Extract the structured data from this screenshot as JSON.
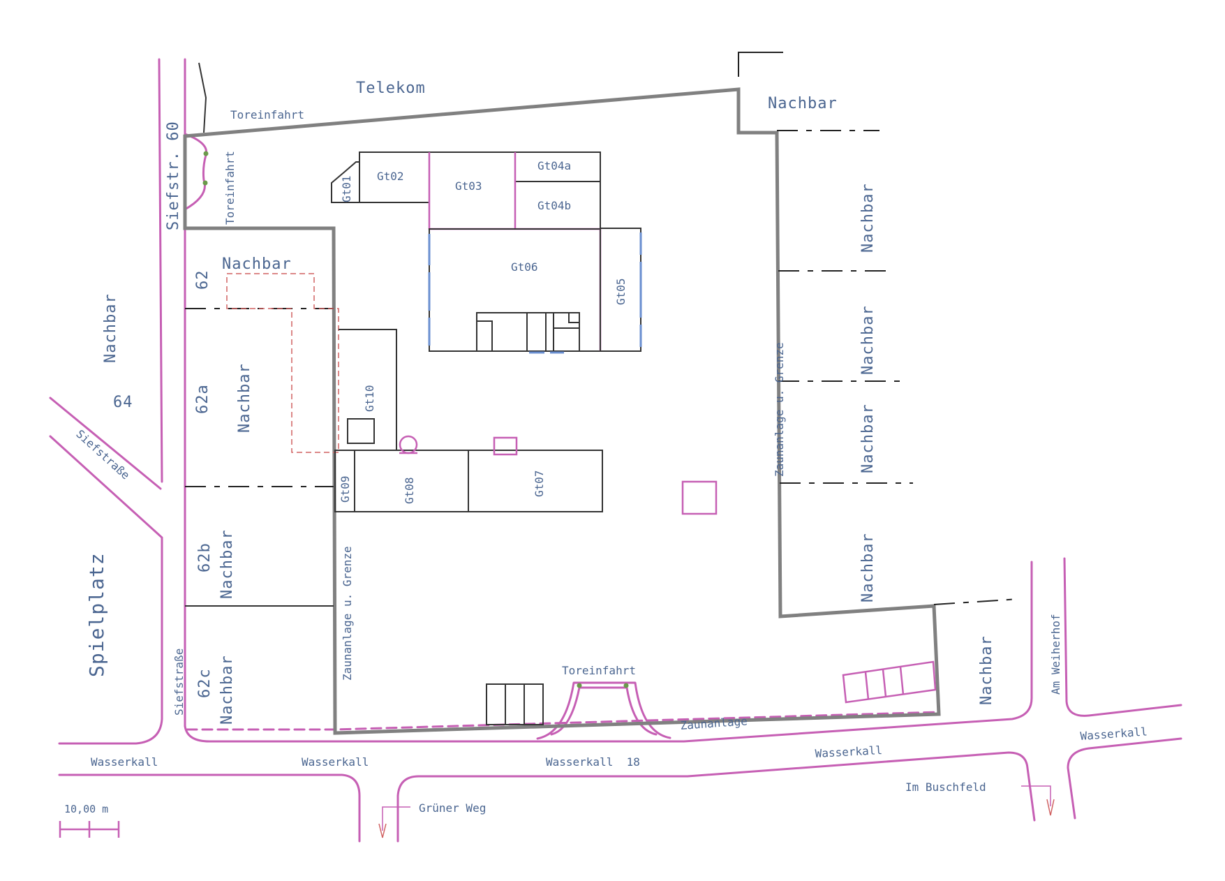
{
  "labels": {
    "telekom": "Telekom",
    "nachbar": "Nachbar",
    "toreinfahrt": "Toreinfahrt",
    "siefstr_60": "Siefstr. 60",
    "siefstrasse": "Siefstraße",
    "spielplatz": "Spielplatz",
    "wasserkall": "Wasserkall",
    "wasserkall_18": "Wasserkall  18",
    "gruener_weg": "Grüner Weg",
    "im_buschfeld": "Im Buschfeld",
    "am_weiherhof": "Am Weiherhof",
    "zaunanlage": "Zaunanlage",
    "zaunanlage_grenze": "Zaunanlage u. Grenze",
    "no_62": "62",
    "no_62a": "62a",
    "no_62b": "62b",
    "no_62c": "62c",
    "no_64": "64",
    "scale": "10,00 m"
  },
  "buildings": {
    "gt01": "Gt01",
    "gt02": "Gt02",
    "gt03": "Gt03",
    "gt04a": "Gt04a",
    "gt04b": "Gt04b",
    "gt05": "Gt05",
    "gt06": "Gt06",
    "gt07": "Gt07",
    "gt08": "Gt08",
    "gt09": "Gt09",
    "gt10": "Gt10"
  },
  "colors": {
    "street": "#c65fb4",
    "boundary": "#808080",
    "label": "#4a6590",
    "building": "#333333"
  }
}
